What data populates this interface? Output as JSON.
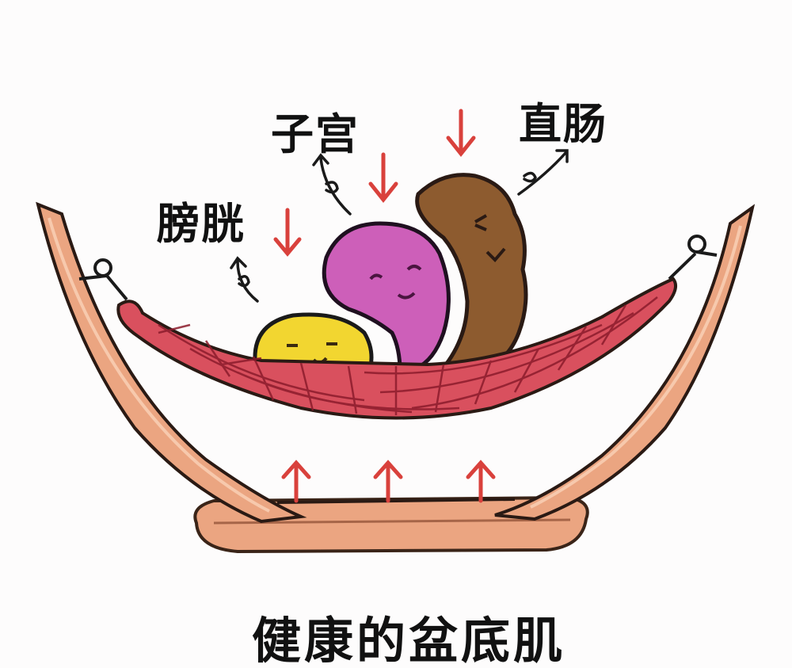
{
  "labels": {
    "bladder": "膀胱",
    "uterus": "子宫",
    "rectum": "直肠"
  },
  "caption": "健康的盆底肌",
  "colors": {
    "background": "#fdfcfc",
    "frame": "#e9a27e",
    "outline": "#2a1a14",
    "hammock_net": "#c9404f",
    "bladder": "#f2d630",
    "uterus": "#cc5eb8",
    "rectum": "#8a5a2e",
    "arrow": "#d9413c"
  },
  "arrows": {
    "down_count": 3,
    "up_count": 3
  }
}
